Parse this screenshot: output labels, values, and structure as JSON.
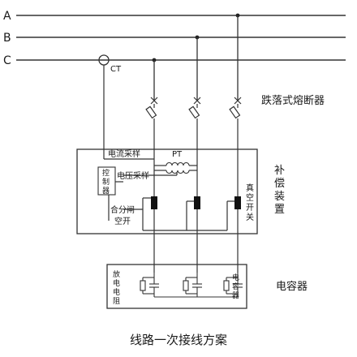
{
  "phases": [
    "A",
    "B",
    "C"
  ],
  "ct_label": "CT",
  "fuse_label": "跌落式熔断器",
  "comp_device": {
    "label_chars": [
      "补",
      "偿",
      "装",
      "置"
    ],
    "current_sampling": "电流采样",
    "pt_label": "PT",
    "voltage_sampling": "电压采样",
    "controller_chars": [
      "控",
      "制",
      "器"
    ],
    "switch_control_line1": "合分闸",
    "switch_control_line2": "空开",
    "vacuum_switch_chars": [
      "真",
      "空",
      "开",
      "关"
    ]
  },
  "capacitor_bank": {
    "discharge_resistor_chars": [
      "放",
      "电",
      "电",
      "阻"
    ],
    "capacitor_chars": [
      "电",
      "容",
      "器"
    ],
    "label": "电容器"
  },
  "caption": "线路一次接线方案"
}
